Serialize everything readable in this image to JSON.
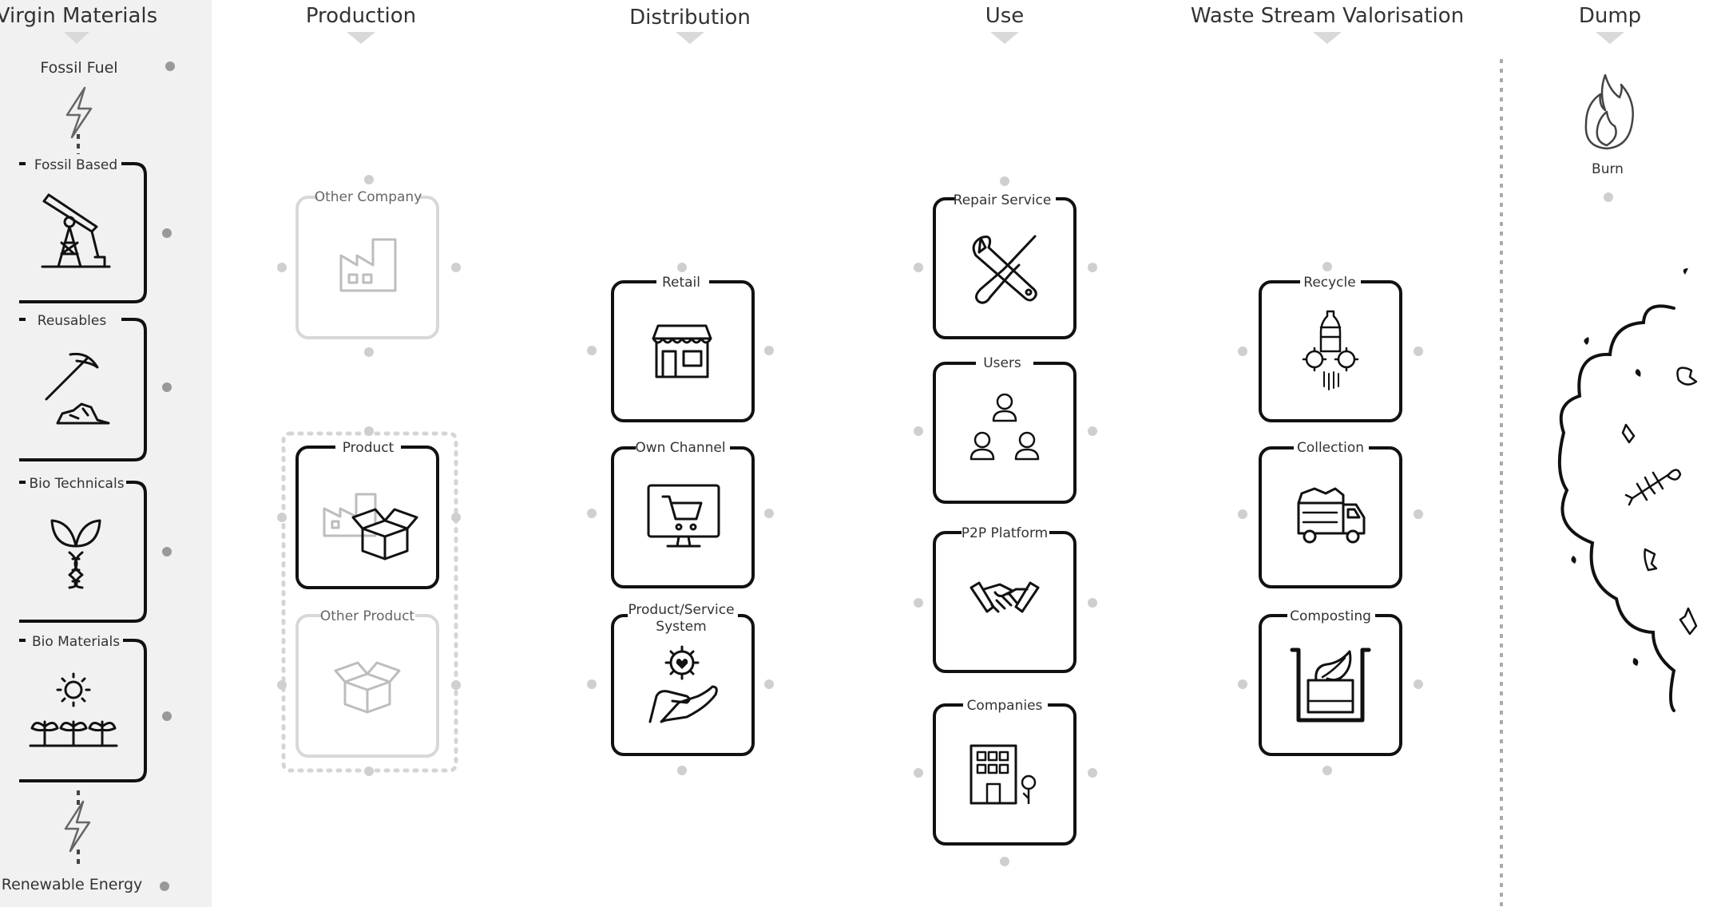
{
  "columns": {
    "virgin": "Virgin Materials",
    "production": "Production",
    "distribution": "Distribution",
    "use": "Use",
    "waste": "Waste Stream Valorisation",
    "dump": "Dump"
  },
  "virgin": {
    "fossil_fuel": "Fossil Fuel",
    "renewable": "Renewable Energy",
    "cards": [
      "Fossil Based",
      "Reusables",
      "Bio Technicals",
      "Bio Materials"
    ]
  },
  "production": [
    "Other Company",
    "Product",
    "Other Product"
  ],
  "distribution": [
    "Retail",
    "Own Channel",
    "Product/Service",
    "System"
  ],
  "use": [
    "Repair Service",
    "Users",
    "P2P Platform",
    "Companies"
  ],
  "waste": [
    "Recycle",
    "Collection",
    "Composting"
  ],
  "dump": {
    "burn": "Burn"
  },
  "icons": [
    "bolt-icon",
    "oil-pump-icon",
    "pickaxe-icon",
    "dna-leaf-icon",
    "sun-plants-icon",
    "factory-icon",
    "box-icon",
    "store-icon",
    "cart-monitor-icon",
    "hand-gear-icon",
    "tools-icon",
    "users-icon",
    "handshake-icon",
    "building-icon",
    "recycle-bottle-icon",
    "truck-icon",
    "compost-bin-icon",
    "fire-icon",
    "landfill-icon"
  ]
}
